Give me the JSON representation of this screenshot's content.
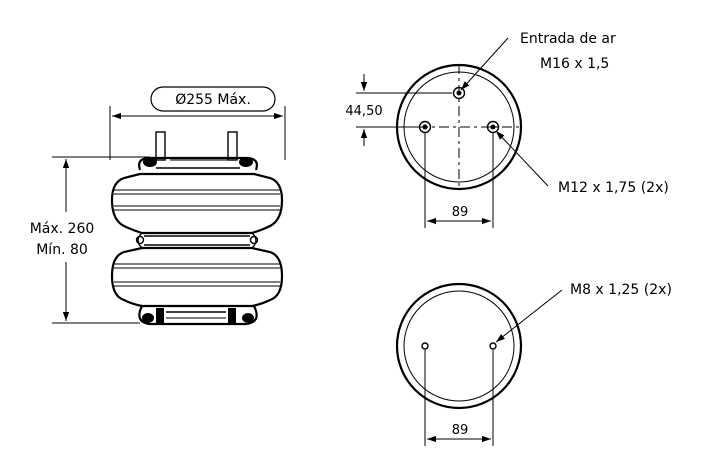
{
  "side_view": {
    "diameter_label": "Ø255 Máx.",
    "height_max_label": "Máx. 260",
    "height_min_label": "Mín. 80"
  },
  "top_view": {
    "inlet_label_line1": "Entrada de ar",
    "inlet_label_line2": "M16 x 1,5",
    "offset_label": "44,50",
    "bolt_label": "M12 x 1,75 (2x)",
    "spacing_label": "89"
  },
  "bottom_view": {
    "bolt_label": "M8 x 1,25 (2x)",
    "spacing_label": "89"
  }
}
